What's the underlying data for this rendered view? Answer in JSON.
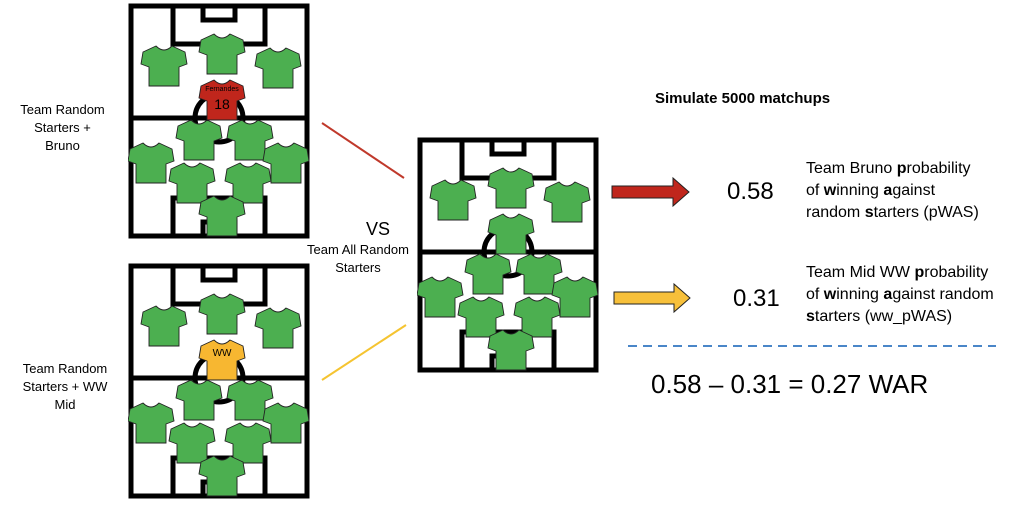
{
  "labels": {
    "team_bruno": "Team Random Starters + Bruno",
    "team_ww": "Team Random Starters + WW Mid",
    "vs": "VS",
    "team_all_random": "Team All Random Starters"
  },
  "players": {
    "bruno_name": "Fernandes",
    "bruno_number": "18",
    "ww_label": "WW"
  },
  "simulation": {
    "title": "Simulate 5000 matchups"
  },
  "results": [
    {
      "value": "0.58",
      "desc_runs": [
        {
          "t": "Team Bruno ",
          "b": false
        },
        {
          "t": "p",
          "b": true
        },
        {
          "t": "robability",
          "b": false
        },
        {
          "br": true
        },
        {
          "t": "of ",
          "b": false
        },
        {
          "t": "w",
          "b": true
        },
        {
          "t": "inning ",
          "b": false
        },
        {
          "t": "a",
          "b": true
        },
        {
          "t": "gainst",
          "b": false
        },
        {
          "br": true
        },
        {
          "t": "random ",
          "b": false
        },
        {
          "t": "s",
          "b": true
        },
        {
          "t": "tarters (pWAS)",
          "b": false
        }
      ]
    },
    {
      "value": "0.31",
      "desc_runs": [
        {
          "t": "Team Mid WW ",
          "b": false
        },
        {
          "t": "p",
          "b": true
        },
        {
          "t": "robability",
          "b": false
        },
        {
          "br": true
        },
        {
          "t": "of ",
          "b": false
        },
        {
          "t": "w",
          "b": true
        },
        {
          "t": "inning ",
          "b": false
        },
        {
          "t": "a",
          "b": true
        },
        {
          "t": "gainst random",
          "b": false
        },
        {
          "br": true
        },
        {
          "t": "s",
          "b": true
        },
        {
          "t": "tarters (ww_pWAS)",
          "b": false
        }
      ]
    }
  ],
  "war": {
    "equation": "0.58 – 0.31 = 0.27 WAR"
  },
  "colors": {
    "shirt_green": "#4CAF50",
    "shirt_red": "#C0261C",
    "shirt_yellow": "#F7B731",
    "arrow_red": "#C0261C",
    "arrow_yellow": "#F7C03A",
    "line_red": "#C0392B",
    "line_yellow": "#F5C431",
    "dashed_blue": "#4A86C8"
  },
  "icons": {
    "shirt": "shirt-icon",
    "arrow": "arrow-right-icon"
  }
}
